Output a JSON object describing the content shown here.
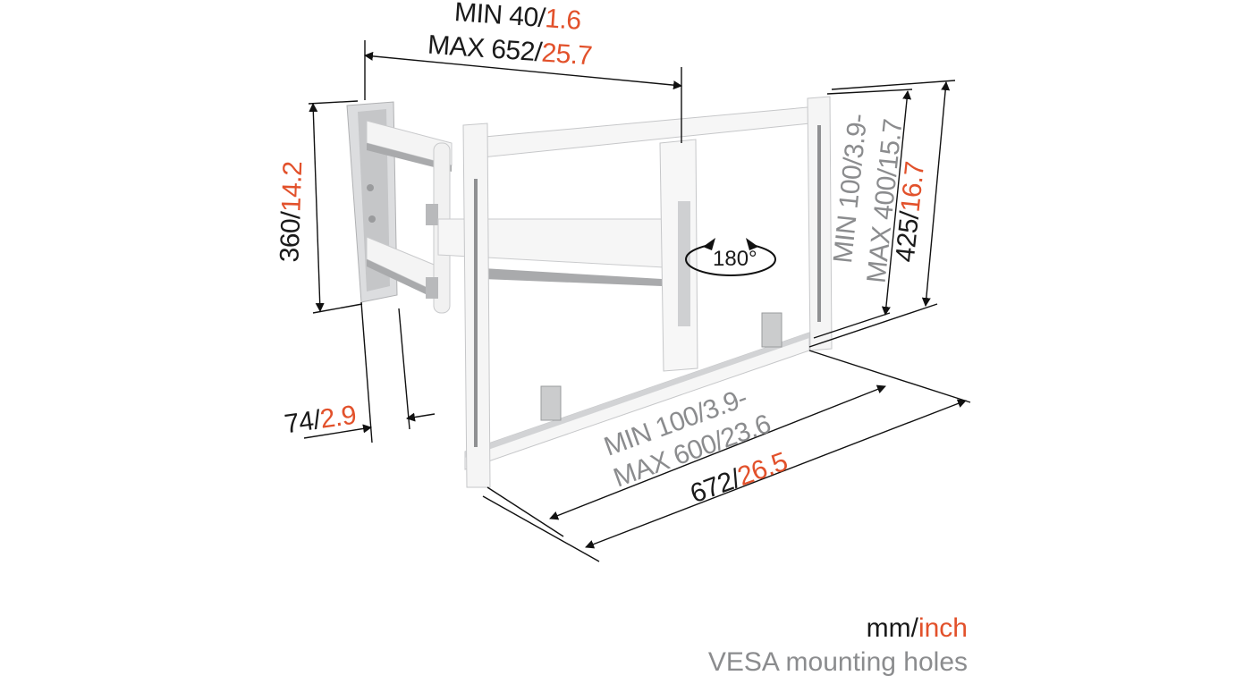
{
  "diagram": {
    "title": "TV wall mount dimension drawing",
    "colors": {
      "metric": "#1a1a1a",
      "imperial": "#e2512b",
      "vesa": "#8b8c8e",
      "mount_white": "#f4f4f4",
      "mount_grey": "#c8c9cb"
    },
    "dimensions": {
      "arm_extension": {
        "min_mm": "MIN 40/",
        "min_in": "1.6",
        "max_mm": "MAX 652/",
        "max_in": "25.7"
      },
      "wall_plate_height": {
        "mm": "360/",
        "in": "14.2"
      },
      "wall_plate_depth": {
        "mm": "74/",
        "in": "2.9"
      },
      "frame_height": {
        "mm": "425/",
        "in": "16.7"
      },
      "frame_width": {
        "mm": "672/",
        "in": "26.5"
      },
      "vesa_vertical": {
        "line1": "MIN 100/3.9-",
        "line2": "MAX 400/15.7"
      },
      "vesa_horizontal": {
        "line1": "MIN 100/3.9-",
        "line2": "MAX 600/23.6"
      },
      "swivel": {
        "label": "180°"
      }
    },
    "legend": {
      "unit_mm": "mm/",
      "unit_in": "inch",
      "vesa_note": "VESA mounting holes"
    }
  }
}
